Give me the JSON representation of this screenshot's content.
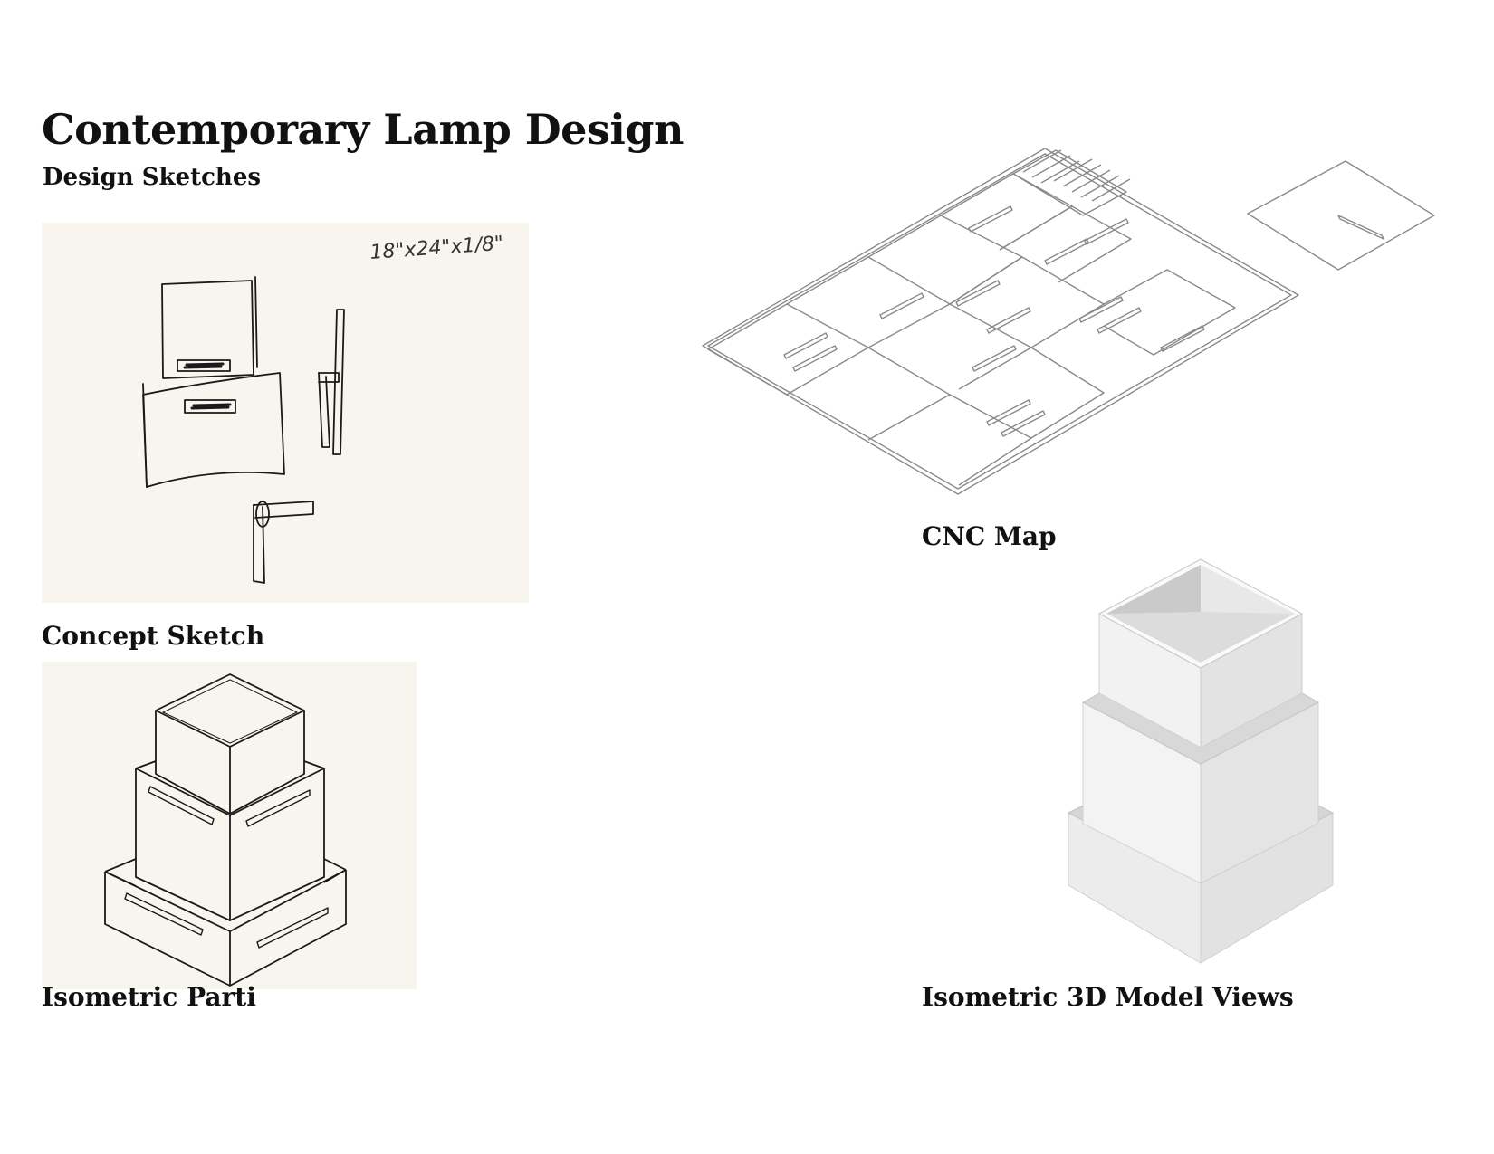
{
  "page": {
    "title": "Contemporary Lamp Design",
    "subtitle": "Design Sketches"
  },
  "captions": {
    "concept_sketch": "Concept Sketch",
    "isometric_parti": "Isometric Parti",
    "cnc_map": "CNC Map",
    "model_views": "Isometric 3D Model Views"
  },
  "sketch": {
    "dimension_note": "18\"x24\"x1/8\""
  },
  "colors": {
    "paper": "#f7f5ee",
    "ink": "#1a1a1a",
    "cnc_line": "#8a8a8a",
    "model_light": "#f2f2f2",
    "model_mid": "#e0e0e0",
    "model_dark": "#cfcfcf"
  }
}
